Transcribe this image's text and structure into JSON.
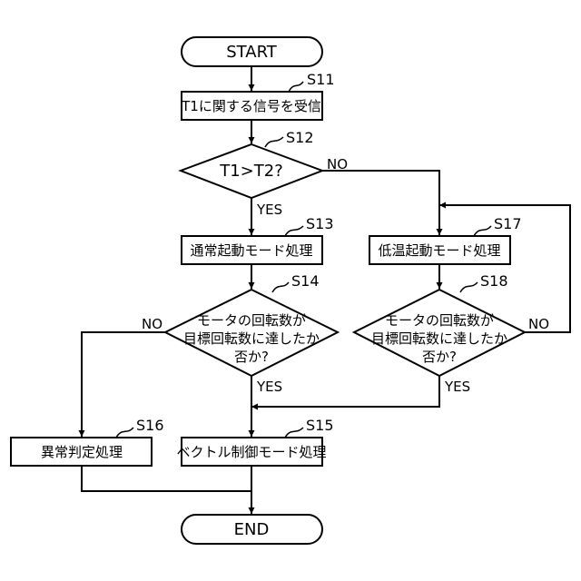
{
  "flowchart": {
    "start": "START",
    "end": "END",
    "steps": {
      "s11": {
        "id": "S11",
        "text": "T1に関する信号を受信"
      },
      "s12": {
        "id": "S12",
        "text": "T1>T2?"
      },
      "s13": {
        "id": "S13",
        "text": "通常起動モード処理"
      },
      "s14": {
        "id": "S14",
        "lines": [
          "モータの回転数が",
          "目標回転数に達したか",
          "否か?"
        ]
      },
      "s15": {
        "id": "S15",
        "text": "ベクトル制御モード処理"
      },
      "s16": {
        "id": "S16",
        "text": "異常判定処理"
      },
      "s17": {
        "id": "S17",
        "text": "低温起動モード処理"
      },
      "s18": {
        "id": "S18",
        "lines": [
          "モータの回転数が",
          "目標回転数に達したか",
          "否か?"
        ]
      }
    },
    "branch_labels": {
      "s12_yes": "YES",
      "s12_no": "NO",
      "s14_yes": "YES",
      "s14_no": "NO",
      "s18_yes": "YES",
      "s18_no": "NO"
    }
  }
}
